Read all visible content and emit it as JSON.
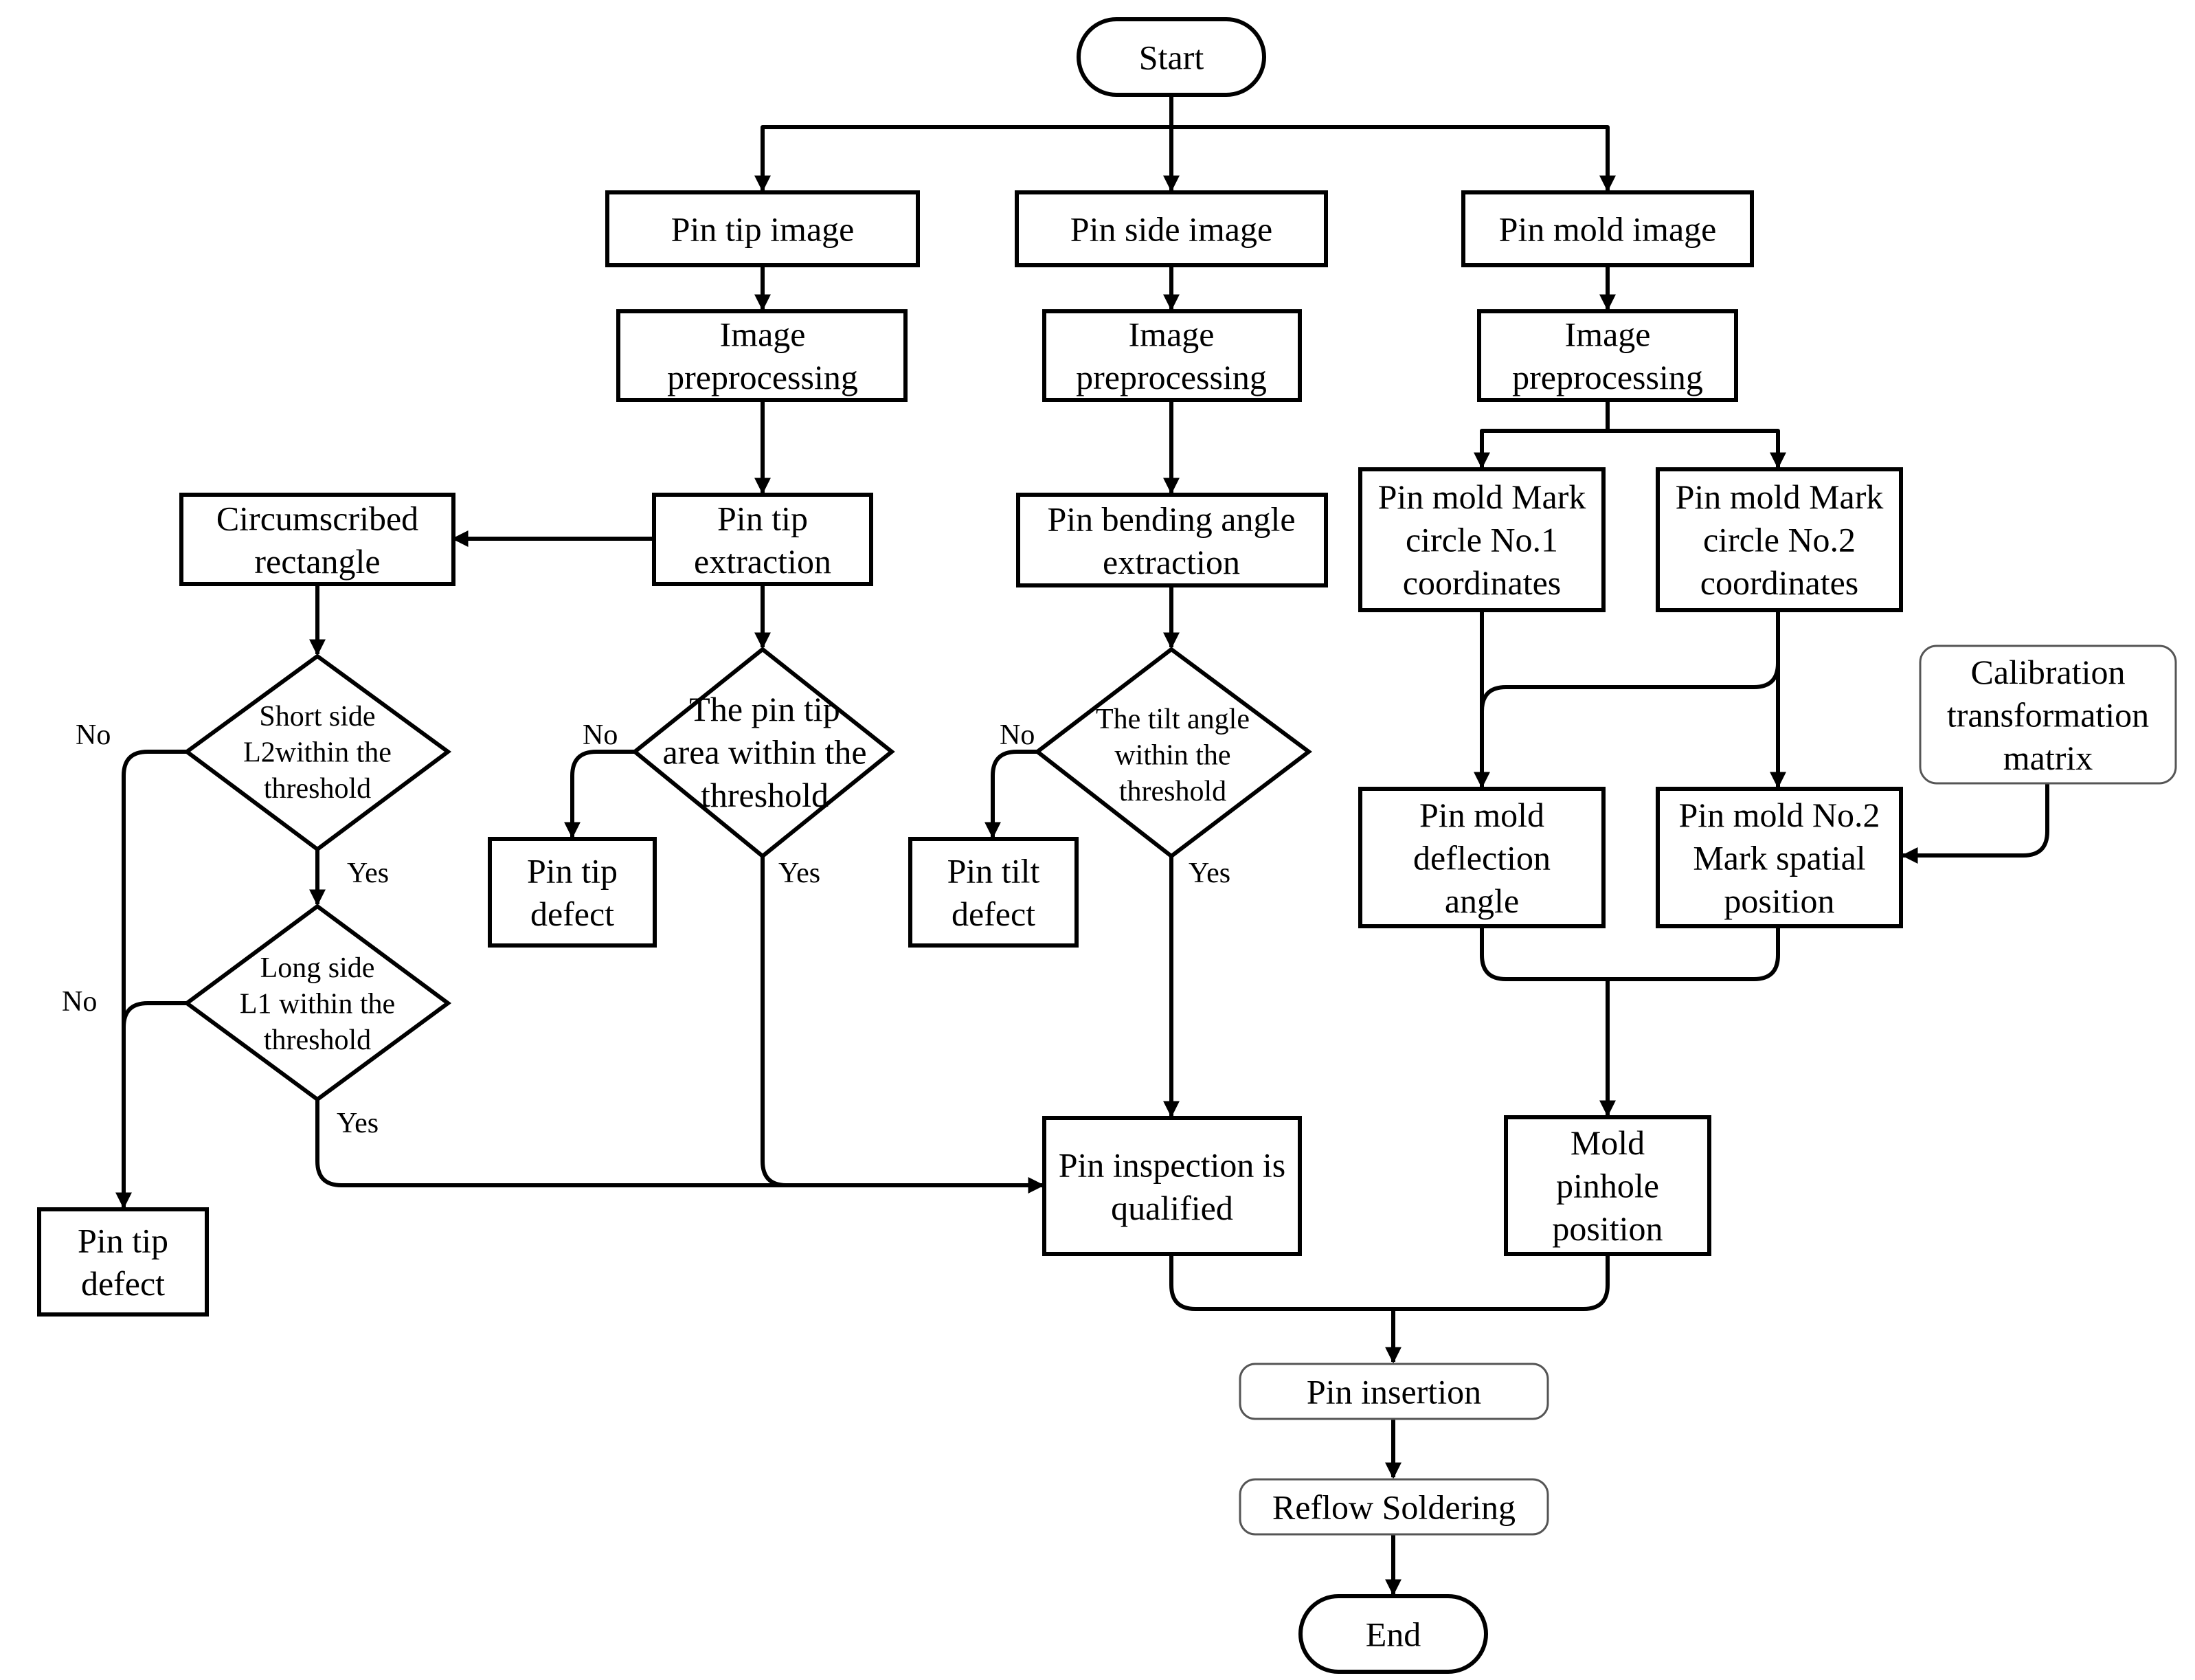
{
  "nodes": {
    "start": {
      "lines": [
        "Start"
      ]
    },
    "pin_tip_image": {
      "lines": [
        "Pin tip image"
      ]
    },
    "pin_side_image": {
      "lines": [
        "Pin side image"
      ]
    },
    "pin_mold_image": {
      "lines": [
        "Pin mold image"
      ]
    },
    "preproc_tip": {
      "lines": [
        "Image",
        "preprocessing"
      ]
    },
    "preproc_side": {
      "lines": [
        "Image",
        "preprocessing"
      ]
    },
    "preproc_mold": {
      "lines": [
        "Image",
        "preprocessing"
      ]
    },
    "pin_tip_extraction": {
      "lines": [
        "Pin tip",
        "extraction"
      ]
    },
    "circumscribed_rectangle": {
      "lines": [
        "Circumscribed",
        "rectangle"
      ]
    },
    "pin_bending_extraction": {
      "lines": [
        "Pin bending angle",
        "extraction"
      ]
    },
    "mark1": {
      "lines": [
        "Pin mold Mark",
        "circle No.1",
        "coordinates"
      ]
    },
    "mark2": {
      "lines": [
        "Pin mold Mark",
        "circle No.2",
        "coordinates"
      ]
    },
    "calibration": {
      "lines": [
        "Calibration",
        "transformation",
        "matrix"
      ]
    },
    "short_side": {
      "lines": [
        "Short side",
        "L2within the",
        "threshold"
      ]
    },
    "long_side": {
      "lines": [
        "Long side",
        "L1 within the",
        "threshold"
      ]
    },
    "pin_tip_area": {
      "lines": [
        "The pin tip",
        "area within the",
        "threshold"
      ]
    },
    "tilt_angle": {
      "lines": [
        "The tilt angle",
        "within the",
        "threshold"
      ]
    },
    "pin_tip_defect_1": {
      "lines": [
        "Pin tip",
        "defect"
      ]
    },
    "pin_tip_defect_2": {
      "lines": [
        "Pin tip",
        "defect"
      ]
    },
    "pin_tilt_defect": {
      "lines": [
        "Pin tilt",
        "defect"
      ]
    },
    "mold_deflection": {
      "lines": [
        "Pin mold",
        "deflection",
        "angle"
      ]
    },
    "mark2_spatial": {
      "lines": [
        "Pin mold No.2",
        "Mark spatial",
        "position"
      ]
    },
    "inspection_qualified": {
      "lines": [
        "Pin inspection is",
        "qualified"
      ]
    },
    "mold_pinhole": {
      "lines": [
        "Mold",
        "pinhole",
        "position"
      ]
    },
    "pin_insertion": {
      "lines": [
        "Pin insertion"
      ]
    },
    "reflow": {
      "lines": [
        "Reflow Soldering"
      ]
    },
    "end": {
      "lines": [
        "End"
      ]
    }
  },
  "edge_labels": {
    "short_no": "No",
    "short_yes": "Yes",
    "long_no": "No",
    "long_yes": "Yes",
    "area_no": "No",
    "area_yes": "Yes",
    "tilt_no": "No",
    "tilt_yes": "Yes"
  }
}
